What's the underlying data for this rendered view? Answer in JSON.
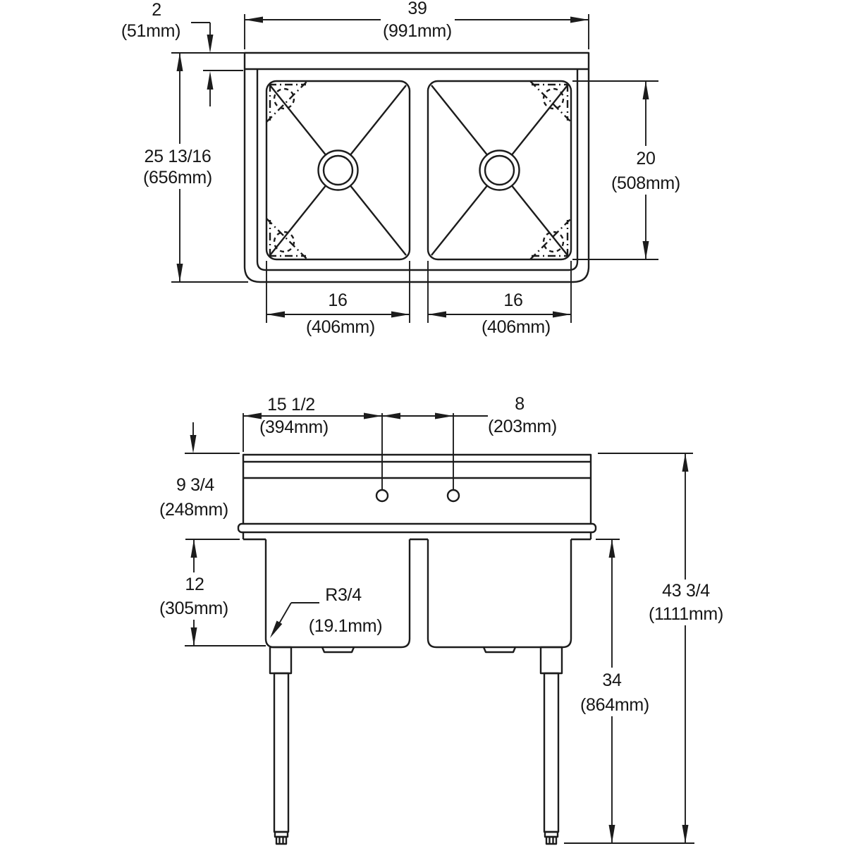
{
  "colors": {
    "line": "#1c1c1c",
    "background": "#ffffff",
    "text": "#161616"
  },
  "views": {
    "plan": {
      "dims": {
        "overall_width": {
          "in": "39",
          "mm": "(991mm)"
        },
        "rear_edge": {
          "in": "2",
          "mm": "(51mm)"
        },
        "overall_depth": {
          "in": "25 13/16",
          "mm": "(656mm)"
        },
        "bowl_front_back": {
          "in": "20",
          "mm": "(508mm)"
        },
        "bowl1_width": {
          "in": "16",
          "mm": "(406mm)"
        },
        "bowl2_width": {
          "in": "16",
          "mm": "(406mm)"
        }
      }
    },
    "front": {
      "dims": {
        "faucet_offset": {
          "in": "15 1/2",
          "mm": "(394mm)"
        },
        "faucet_spacing": {
          "in": "8",
          "mm": "(203mm)"
        },
        "splash_to_rim": {
          "in": "9 3/4",
          "mm": "(248mm)"
        },
        "bowl_depth": {
          "in": "12",
          "mm": "(305mm)"
        },
        "corner_radius": {
          "in": "R3/4",
          "mm": "(19.1mm)"
        },
        "overall_height": {
          "in": "43 3/4",
          "mm": "(1111mm)"
        },
        "underside_height": {
          "in": "34",
          "mm": "(864mm)"
        }
      }
    }
  }
}
